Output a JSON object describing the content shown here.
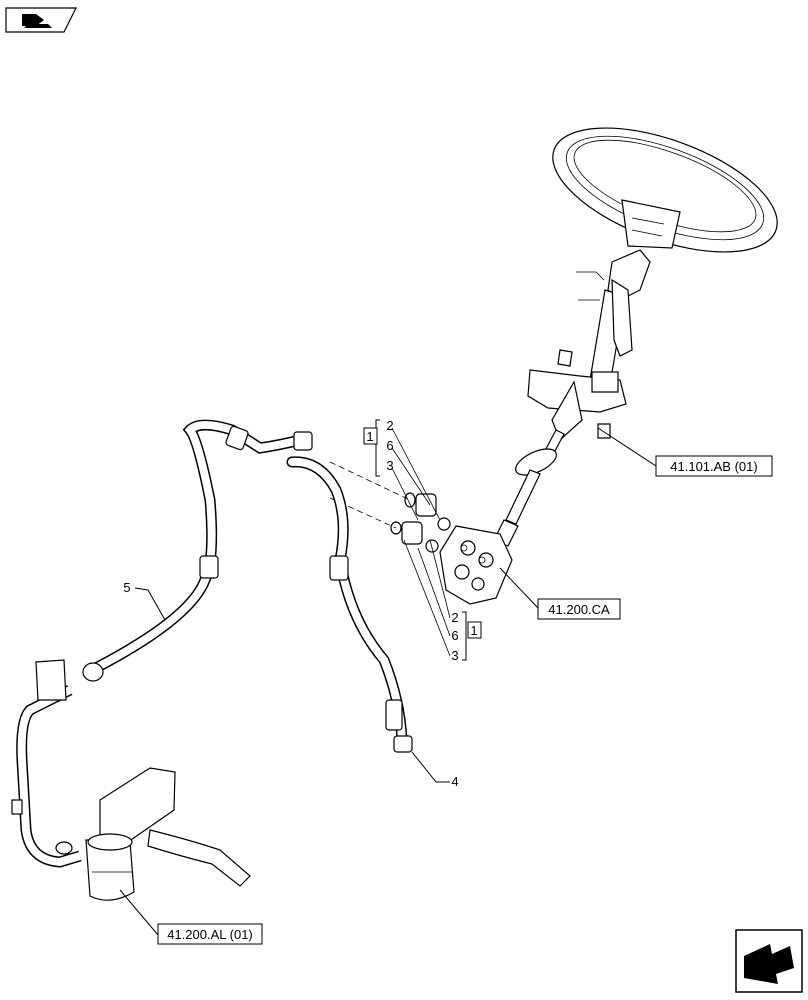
{
  "references": {
    "steering_column": "41.101.AB (01)",
    "steering_unit": "41.200.CA",
    "filter": "41.200.AL (01)"
  },
  "callouts": {
    "item_5": "5",
    "item_4": "4",
    "group_top": {
      "bracket": "1",
      "a": "2",
      "b": "6",
      "c": "3"
    },
    "group_bottom": {
      "a": "2",
      "b": "6",
      "bracket": "1",
      "c": "3"
    }
  },
  "icons": {
    "top_left": "view-orientation-icon",
    "bottom_right": "next-page-arrow-icon"
  }
}
